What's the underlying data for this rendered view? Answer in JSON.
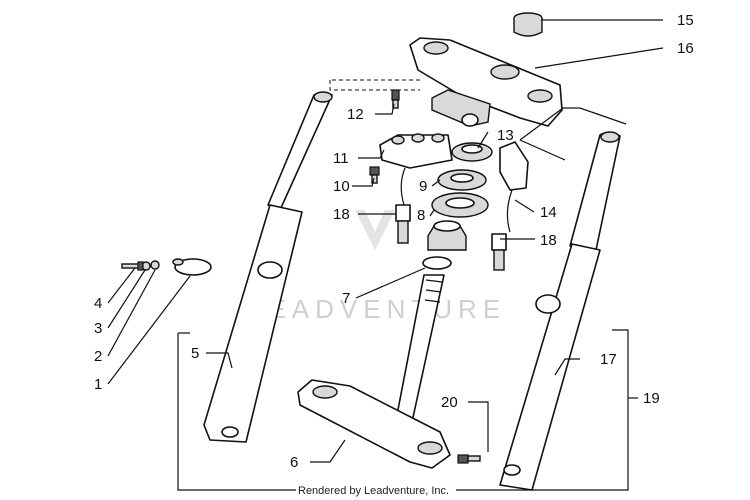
{
  "labels": {
    "l1": "1",
    "l2": "2",
    "l3": "3",
    "l4": "4",
    "l5": "5",
    "l6": "6",
    "l7": "7",
    "l8": "8",
    "l9": "9",
    "l10": "10",
    "l11": "11",
    "l12": "12",
    "l13": "13",
    "l14": "14",
    "l15": "15",
    "l16": "16",
    "l17": "17",
    "l18a": "18",
    "l18b": "18",
    "l19": "19",
    "l20": "20"
  },
  "watermark": "LEADVENTURE",
  "credit": "Rendered by Leadventure, Inc.",
  "colors": {
    "line": "#111111",
    "shade": "#d9d9d9",
    "watermark": "#cfcfcf"
  }
}
